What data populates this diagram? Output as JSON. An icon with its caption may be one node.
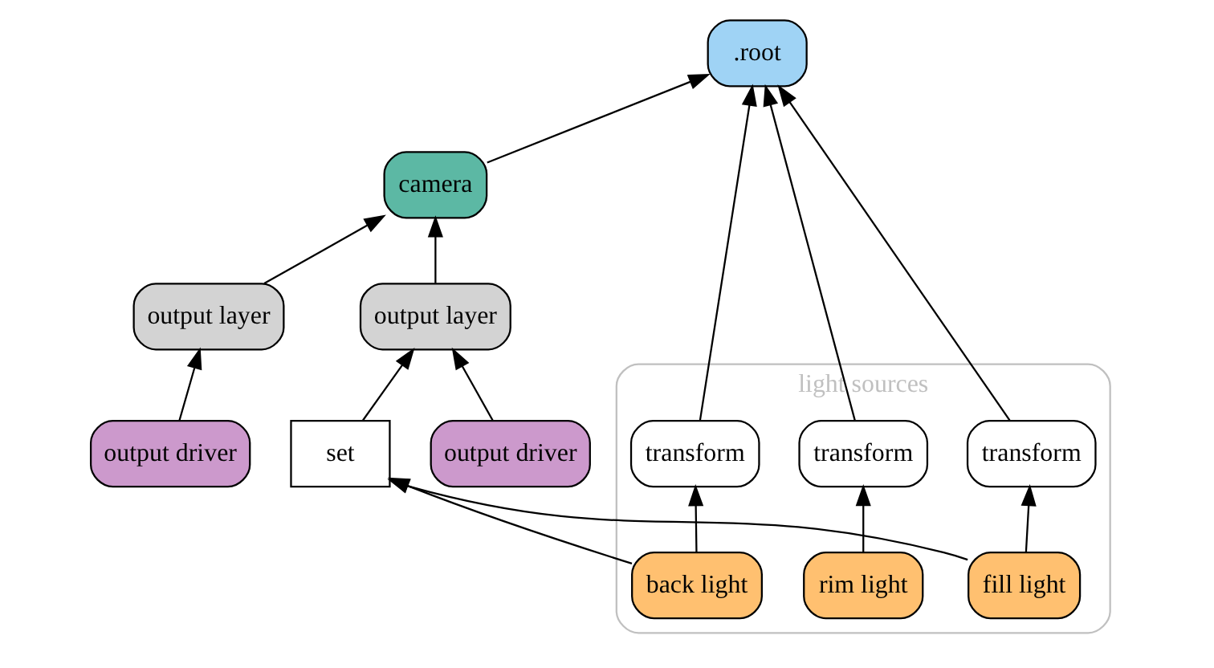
{
  "diagram": {
    "nodes": [
      {
        "text": [
          ".root"
        ]
      },
      {
        "text": [
          "camera"
        ]
      },
      {
        "text": [
          "output layer"
        ]
      },
      {
        "text": [
          "output layer"
        ]
      },
      {
        "text": [
          "output driver"
        ]
      },
      {
        "text": [
          "output driver"
        ]
      },
      {
        "text": [
          "light sources"
        ]
      },
      {
        "text": [
          "transform"
        ],
        "in": 6
      },
      {
        "text": [
          "transform"
        ],
        "in": 6
      },
      {
        "text": [
          "transform"
        ],
        "in": 6
      },
      {
        "text": [
          "rim light"
        ],
        "in": 6
      },
      {
        "text": [
          "fill light"
        ],
        "in": 6
      },
      {
        "text": [
          "back light"
        ],
        "in": 6
      },
      {
        "text": [
          "set"
        ]
      }
    ],
    "edges": [
      {
        "from": 7,
        "to": 0,
        "arrow": "to"
      },
      {
        "from": 8,
        "to": 0,
        "arrow": "to"
      },
      {
        "from": 9,
        "to": 0,
        "arrow": "to"
      },
      {
        "from": 1,
        "to": 0,
        "arrow": "to"
      },
      {
        "from": 2,
        "to": 1,
        "arrow": "to"
      },
      {
        "from": 3,
        "to": 1,
        "arrow": "to"
      },
      {
        "from": 4,
        "to": 2,
        "arrow": "to"
      },
      {
        "from": 5,
        "to": 3,
        "arrow": "to"
      },
      {
        "from": 10,
        "to": 7,
        "arrow": "to"
      },
      {
        "from": 11,
        "to": 8,
        "arrow": "to"
      },
      {
        "from": 12,
        "to": 9,
        "arrow": "to"
      },
      {
        "from": 11,
        "to": 13,
        "arrow": "to"
      },
      {
        "from": 12,
        "to": 13,
        "arrow": "to"
      },
      {
        "from": 13,
        "to": 2,
        "arrow": "to"
      }
    ]
  }
}
